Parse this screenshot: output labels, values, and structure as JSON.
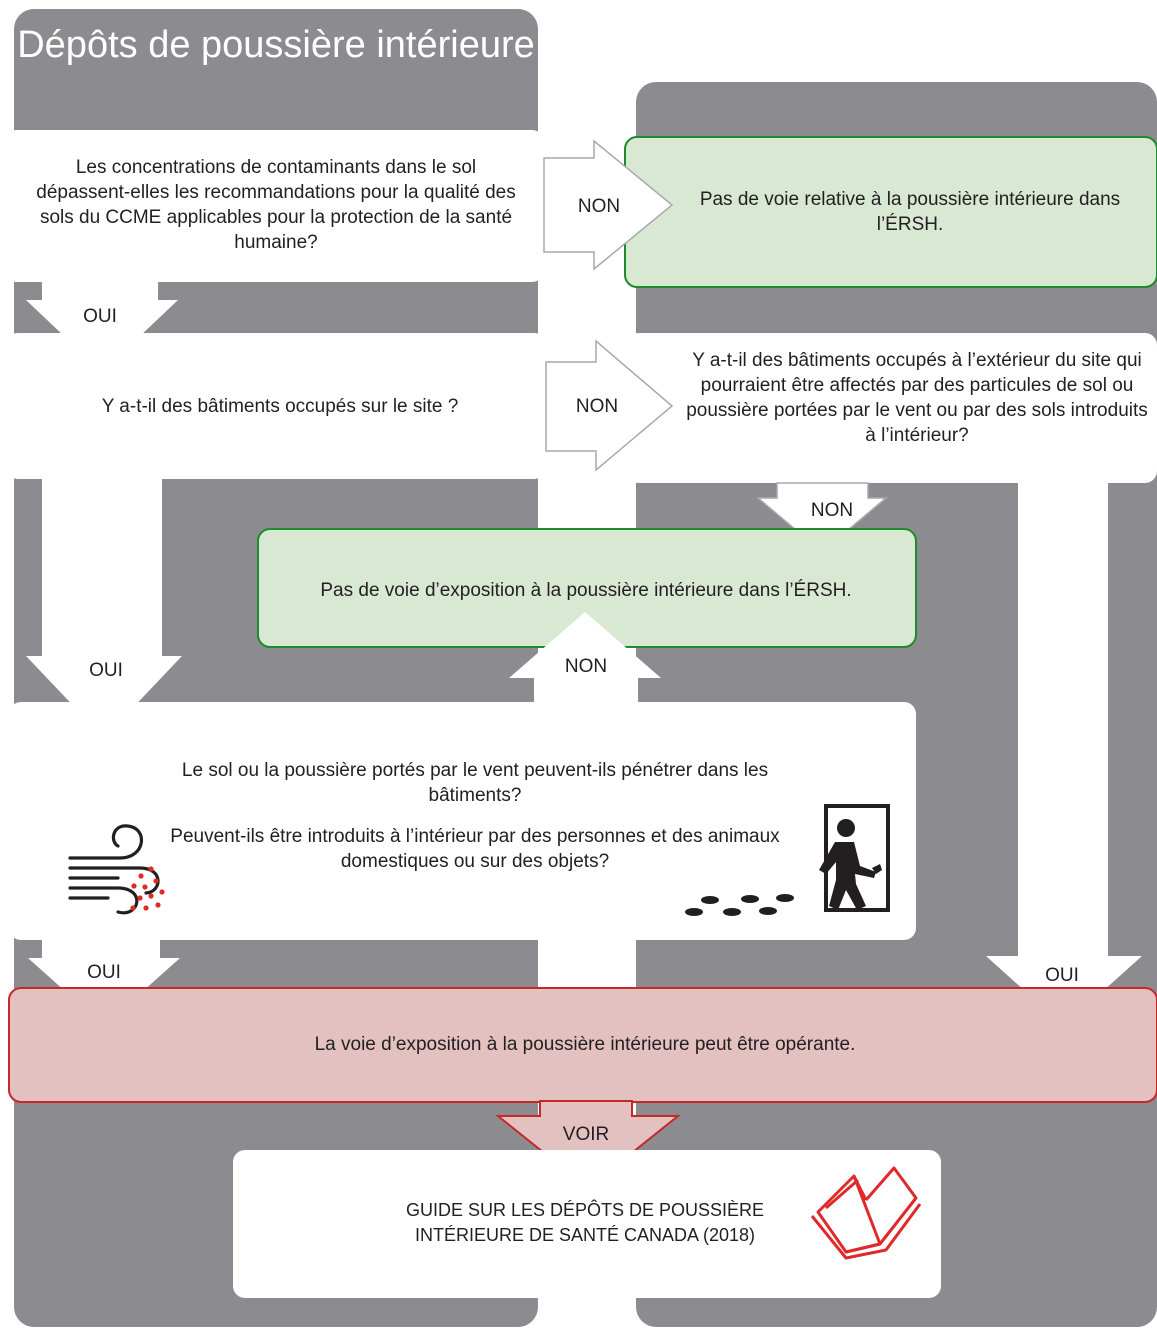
{
  "title": "Dépôts de poussière intérieure",
  "colors": {
    "panel": "#8c8c90",
    "box": "#ffffff",
    "green_fill": "#d8e8d3",
    "green_border": "#1e8a2e",
    "red_fill": "#e2c1c0",
    "red_border": "#c62828",
    "icon_red": "#e02a2a",
    "icon_dark": "#231f20"
  },
  "boxes": {
    "q1": "Les concentrations de contaminants dans le sol dépassent-elles les recommandations pour la qualité des sols du CCME applicables pour la protection de la santé humaine?",
    "r1": "Pas de voie relative à la poussière intérieure dans l’ÉRSH.",
    "q2": "Y a-t-il des bâtiments occupés sur le site ?",
    "q3": "Y a-t-il des bâtiments occupés à l’extérieur du site qui pourraient être affectés par des particules de sol ou poussière portées par le vent ou par des sols introduits à l’intérieur?",
    "r2": "Pas de voie d’exposition à la poussière intérieure dans l’ÉRSH.",
    "q4a": "Le sol ou la poussière portés par le vent peuvent-ils pénétrer dans les bâtiments?",
    "q4b": "Peuvent-ils être introduits à l’intérieur par des personnes et des animaux domestiques ou sur des objets?",
    "result": "La voie d’exposition à la poussière intérieure peut être opérante.",
    "guide": "GUIDE SUR LES DÉPÔTS DE POUSSIÈRE INTÉRIEURE  DE SANTÉ CANADA (2018)"
  },
  "labels": {
    "yes": "OUI",
    "no": "NON",
    "see": "VOIR"
  },
  "icons": [
    "wind-dust-icon",
    "person-entering-door-icon",
    "footprints-icon",
    "open-book-icon"
  ]
}
